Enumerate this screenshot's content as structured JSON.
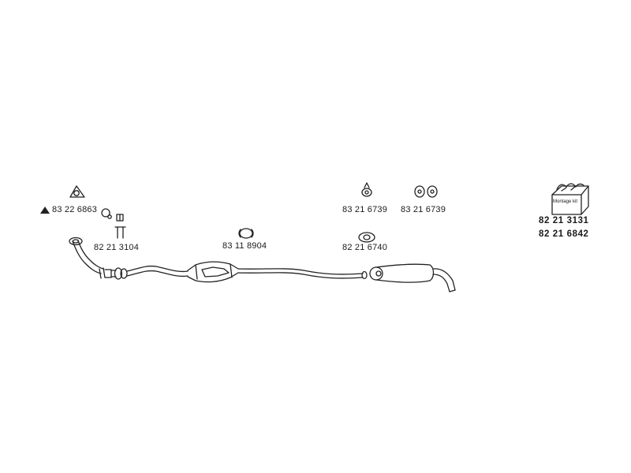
{
  "parts": {
    "gasket_front": "83 22 6863",
    "fixing_kit": "82 21 3104",
    "clamp_cat": "83 11 8904",
    "hanger_single": "83 21 6739",
    "hanger_double": "83 21 6739",
    "gasket_rear": "82 21 6740",
    "mounting_kit": "82 21 3131",
    "mounting_kit_2": "82 21 6842"
  },
  "box_label": "Montage kit",
  "colors": {
    "line": "#222222",
    "background": "#ffffff"
  }
}
